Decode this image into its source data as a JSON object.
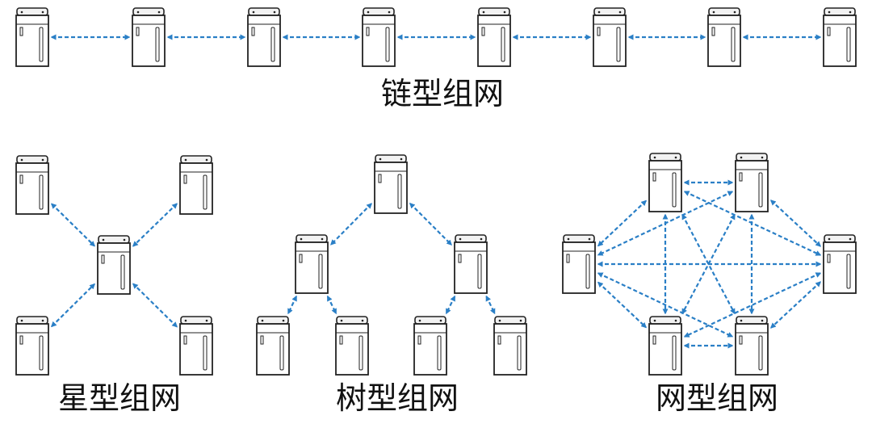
{
  "labels": {
    "chain": "链型组网",
    "star": "星型组网",
    "tree": "树型组网",
    "mesh": "网型组网"
  },
  "colors": {
    "link": "#2a7fc6",
    "device_stroke": "#222222",
    "device_fill": "#ffffff",
    "device_top": "#f2f2f2"
  },
  "icons": {
    "device": "battery-cabinet-icon",
    "link": "bidirectional-dashed-arrow"
  }
}
